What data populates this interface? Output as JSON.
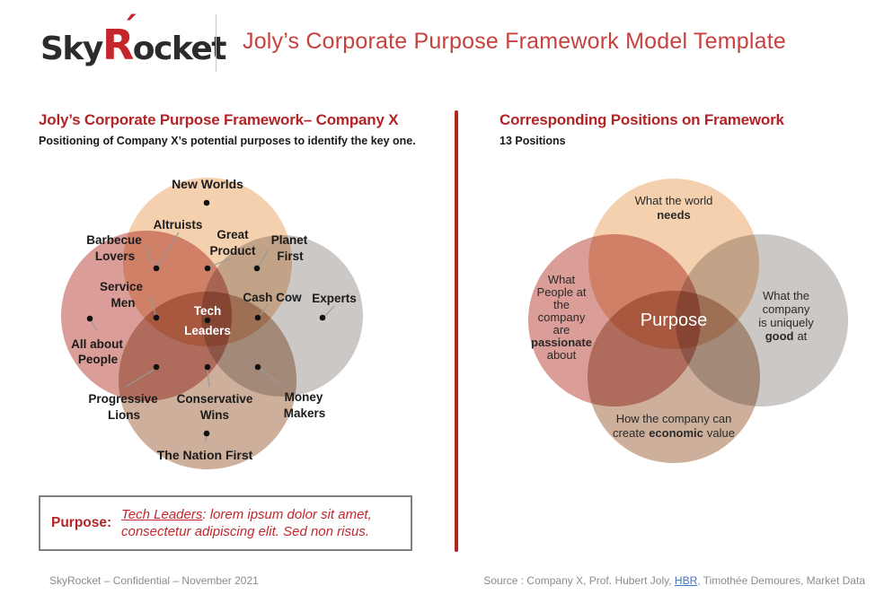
{
  "header": {
    "logo": {
      "part1": "Sky",
      "part2": "R",
      "accent": "´",
      "part3": "ocket"
    },
    "title": "Joly’s Corporate Purpose Framework Model Template"
  },
  "left_panel": {
    "title": "Joly’s Corporate Purpose Framework– Company X",
    "subtitle": "Positioning of Company X’s potential purposes to identify the key one.",
    "purpose_box": {
      "label": "Purpose:",
      "highlight": "Tech Leaders",
      "text": ": lorem ipsum dolor sit amet, consectetur adipiscing elit. Sed non risus."
    }
  },
  "right_panel": {
    "title": "Corresponding Positions on Framework",
    "subtitle": "13 Positions"
  },
  "left_venn": {
    "circles": {
      "top": "#F5D0AF",
      "left": "#DA9D97",
      "right": "#CBC8C6",
      "bottom": "#CDAF9B"
    },
    "labels": {
      "new_worlds": "New Worlds",
      "altruists": "Altruists",
      "barbecue_1": "Barbecue",
      "barbecue_2": "Lovers",
      "great_1": "Great",
      "great_2": "Product",
      "planet_1": "Planet",
      "planet_2": "First",
      "service_1": "Service",
      "service_2": "Men",
      "cash_cow": "Cash Cow",
      "experts": "Experts",
      "tech_1": "Tech",
      "tech_2": "Leaders",
      "all_about_1": "All about",
      "all_about_2": "People",
      "progressive_1": "Progressive",
      "progressive_2": "Lions",
      "conservative_1": "Conservative",
      "conservative_2": "Wins",
      "money_1": "Money",
      "money_2": "Makers",
      "nation": "The Nation First"
    },
    "positions_count": 13
  },
  "right_venn": {
    "circles": {
      "top": "#F5D0AF",
      "left": "#DA9D97",
      "right": "#CBC8C6",
      "bottom": "#CDAF9B"
    },
    "center": "Purpose",
    "top": {
      "l1": "What the world",
      "l2": "needs"
    },
    "left": {
      "l1": "What",
      "l2": "People at",
      "l3": "the",
      "l4": "company",
      "l5": "are",
      "l6": "passionate",
      "l7": "about"
    },
    "right": {
      "l1": "What the",
      "l2": "company",
      "l3": "is uniquely",
      "l4a": "good",
      "l4b": "at"
    },
    "bottom": {
      "l1": "How the company can",
      "l2a": "create",
      "l2b": "economic",
      "l2c": "value"
    }
  },
  "footer": {
    "left": "SkyRocket – Confidential – November 2021",
    "source_prefix": "Source : Company X, Prof. Hubert Joly, ",
    "source_link": "HBR",
    "source_suffix": ", Timothée Demoures, Market Data"
  },
  "colors": {
    "section_title_red": "#B32427",
    "header_title_red": "#C7423F",
    "logo_red": "#C5262C",
    "divider_red": "#B52520",
    "purpose_text_red": "#C0282D",
    "box_border_gray": "#7F7F7F",
    "footer_gray": "#8C8C8C",
    "link_blue": "#4472C4"
  }
}
